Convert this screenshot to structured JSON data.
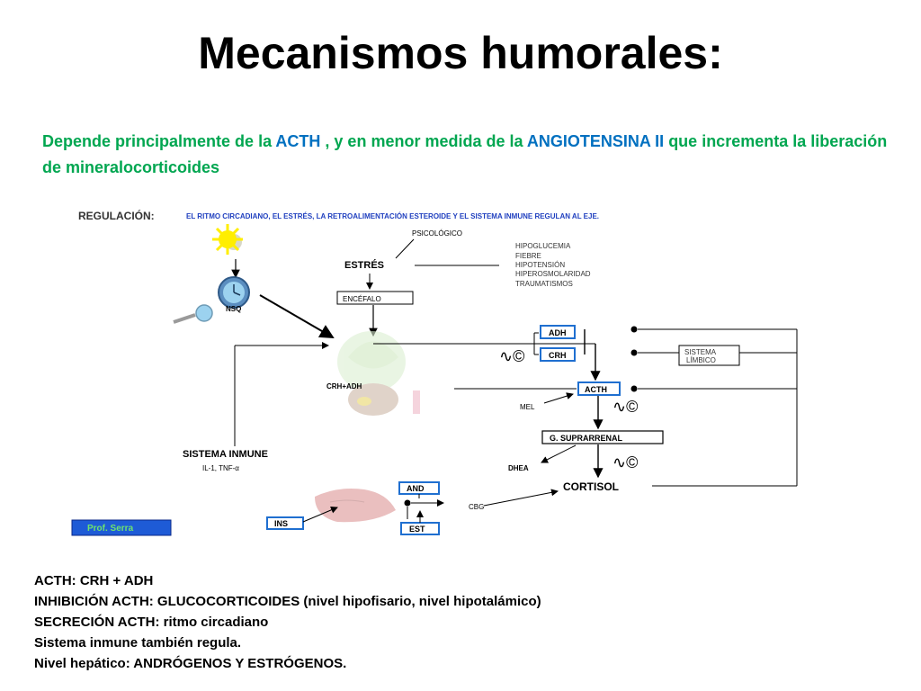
{
  "slide": {
    "title": "Mecanismos humorales:",
    "intro": {
      "part1": "Depende principalmente de ",
      "part2": "la ",
      "acth": "ACTH",
      "part3": " , y en menor medida de ",
      "part4": "la ",
      "angio": "ANGIOTENSINA II",
      "part5": " que incrementa la liberación de mineralocorticoides"
    },
    "notes": [
      "ACTH: CRH + ADH",
      "INHIBICIÓN ACTH: GLUCOCORTICOIDES (nivel hipofisario, nivel hipotalámico)",
      "SECRECIÓN ACTH: ritmo circadiano",
      "Sistema inmune también regula.",
      "Nivel hepático: ANDRÓGENOS Y ESTRÓGENOS."
    ]
  },
  "diagram": {
    "regulacion_label": "REGULACIÓN:",
    "regulacion_text": "EL RITMO CIRCADIANO, EL ESTRÉS, LA RETROALIMENTACIÓN ESTEROIDE Y EL SISTEMA INMUNE REGULAN AL EJE.",
    "psicologico": "PSICOLÓGICO",
    "estres": "ESTRÉS",
    "stressors": [
      "HIPOGLUCEMIA",
      "FIEBRE",
      "HIPOTENSIÓN",
      "HIPEROSMOLARIDAD",
      "TRAUMATISMOS"
    ],
    "encefalo": "ENCÉFALO",
    "nsq": "NSQ",
    "crh_adh": "CRH+ADH",
    "adh": "ADH",
    "crh": "CRH",
    "acth": "ACTH",
    "mel": "MEL",
    "sistema_limbico": [
      "SISTEMA",
      "LÍMBICO"
    ],
    "g_suprarrenal": "G. SUPRARRENAL",
    "dhea": "DHEA",
    "cortisol": "CORTISOL",
    "sistema_inmune": "SISTEMA INMUNE",
    "il_tnf": "IL-1, TNF-α",
    "and": "AND",
    "ins": "INS",
    "est": "EST",
    "cbg": "CBG",
    "signature": "Prof. Serra",
    "rhythm_symbol": "∿©"
  },
  "colors": {
    "intro_green": "#00a650",
    "intro_blue": "#0070c0",
    "regulation_blue": "#1f3fbf",
    "hormone_box_border": "#1f6fd0",
    "signature_bg": "#1e5bd6",
    "signature_text": "#6ee36e"
  }
}
